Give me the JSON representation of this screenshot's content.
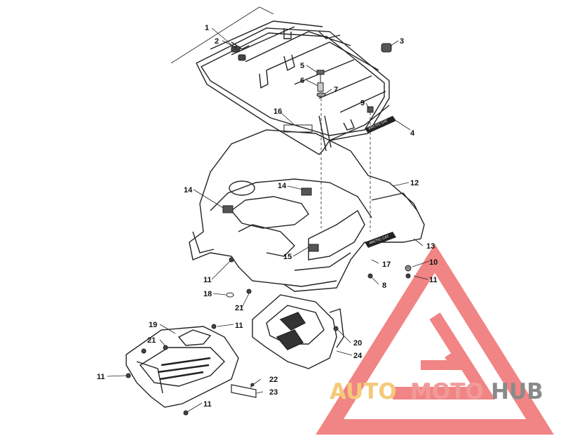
{
  "callouts": {
    "c1": "1",
    "c2": "2",
    "c3": "3",
    "c4": "4",
    "c5": "5",
    "c6": "6",
    "c7": "7",
    "c8": "8",
    "c9": "9",
    "c10": "10",
    "c11a": "11",
    "c11b": "11",
    "c11c": "11",
    "c11d": "11",
    "c11e": "11",
    "c12": "12",
    "c13": "13",
    "c14a": "14",
    "c14b": "14",
    "c15": "15",
    "c16": "16",
    "c17": "17",
    "c18": "18",
    "c19": "19",
    "c20": "20",
    "c21a": "21",
    "c21b": "21",
    "c22": "22",
    "c23": "23",
    "c24": "24"
  },
  "watermark": {
    "part1": "AUTO",
    "part2": "MOTO",
    "part3": "HUB",
    "color1": "#f5c97a",
    "color2": "#f29a9a",
    "color3": "#8a8a8a",
    "logo_color": "#ef6f6f"
  },
  "rack_decal_text": "ARCTIC CAT",
  "fender_decal_text": "ARCTIC CAT"
}
